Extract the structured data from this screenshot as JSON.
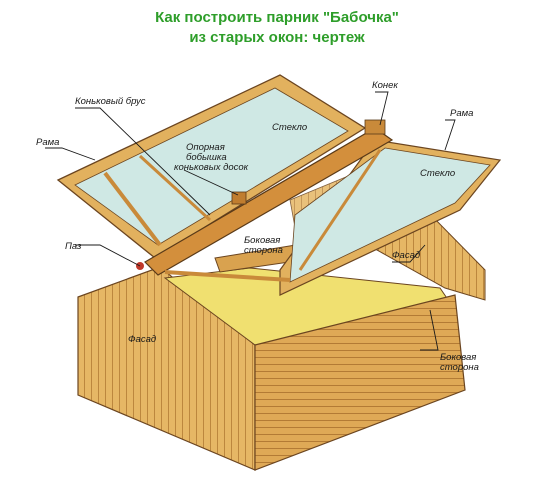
{
  "title": {
    "line1": "Как построить парник \"Бабочка\"",
    "line2": "из старых окон: чертеж"
  },
  "labels": {
    "ridge_beam": "Коньковый брус",
    "ridge": "Конек",
    "frame_left": "Рама",
    "frame_right": "Рама",
    "glass_left": "Стекло",
    "glass_right": "Стекло",
    "support_line1": "Опорная",
    "support_line2": "бобышка",
    "support_line3": "коньковых досок",
    "groove": "Паз",
    "side_upper_line1": "Боковая",
    "side_upper_line2": "сторона",
    "facade_right": "Фасад",
    "facade_left": "Фасад",
    "side_lower_line1": "Боковая",
    "side_lower_line2": "сторона"
  },
  "colors": {
    "title": "#2e9e2a",
    "wood": "#e3b35e",
    "wood_dark": "#c98a3a",
    "glass": "#cfe8e4",
    "soil": "#f0e070",
    "outline": "#5a3a18"
  }
}
